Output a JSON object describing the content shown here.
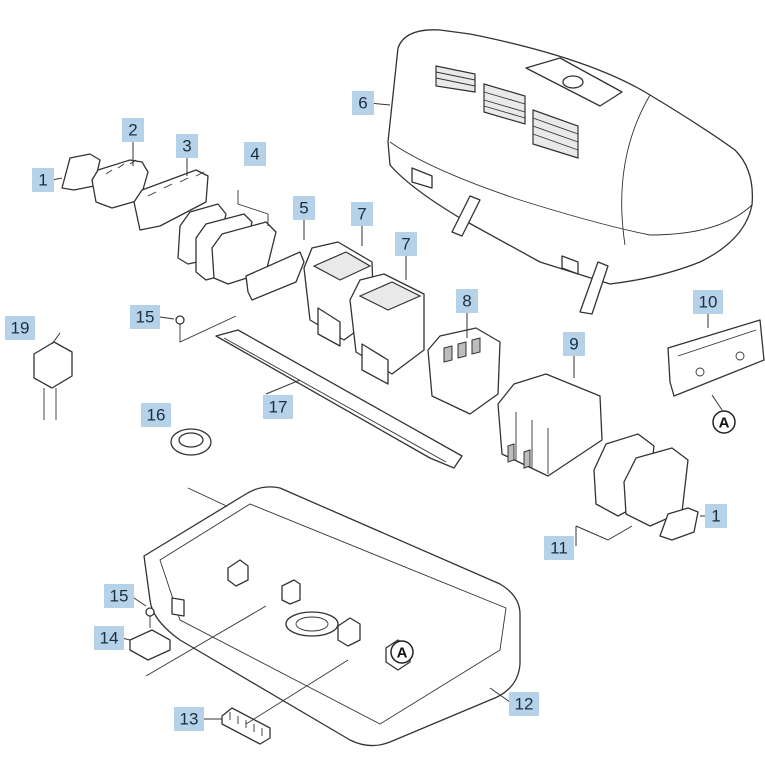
{
  "callouts": {
    "c1a": "1",
    "c1b": "1",
    "c2": "2",
    "c3": "3",
    "c4": "4",
    "c5": "5",
    "c6": "6",
    "c7a": "7",
    "c7b": "7",
    "c8": "8",
    "c9": "9",
    "c10": "10",
    "c11": "11",
    "c12": "12",
    "c13": "13",
    "c14": "14",
    "c15a": "15",
    "c15b": "15",
    "c16": "16",
    "c17": "17",
    "c19": "19"
  },
  "references": {
    "ra": "A",
    "rb": "A"
  },
  "colors": {
    "callout_fill": "#b6d2e9",
    "line": "#333333"
  }
}
